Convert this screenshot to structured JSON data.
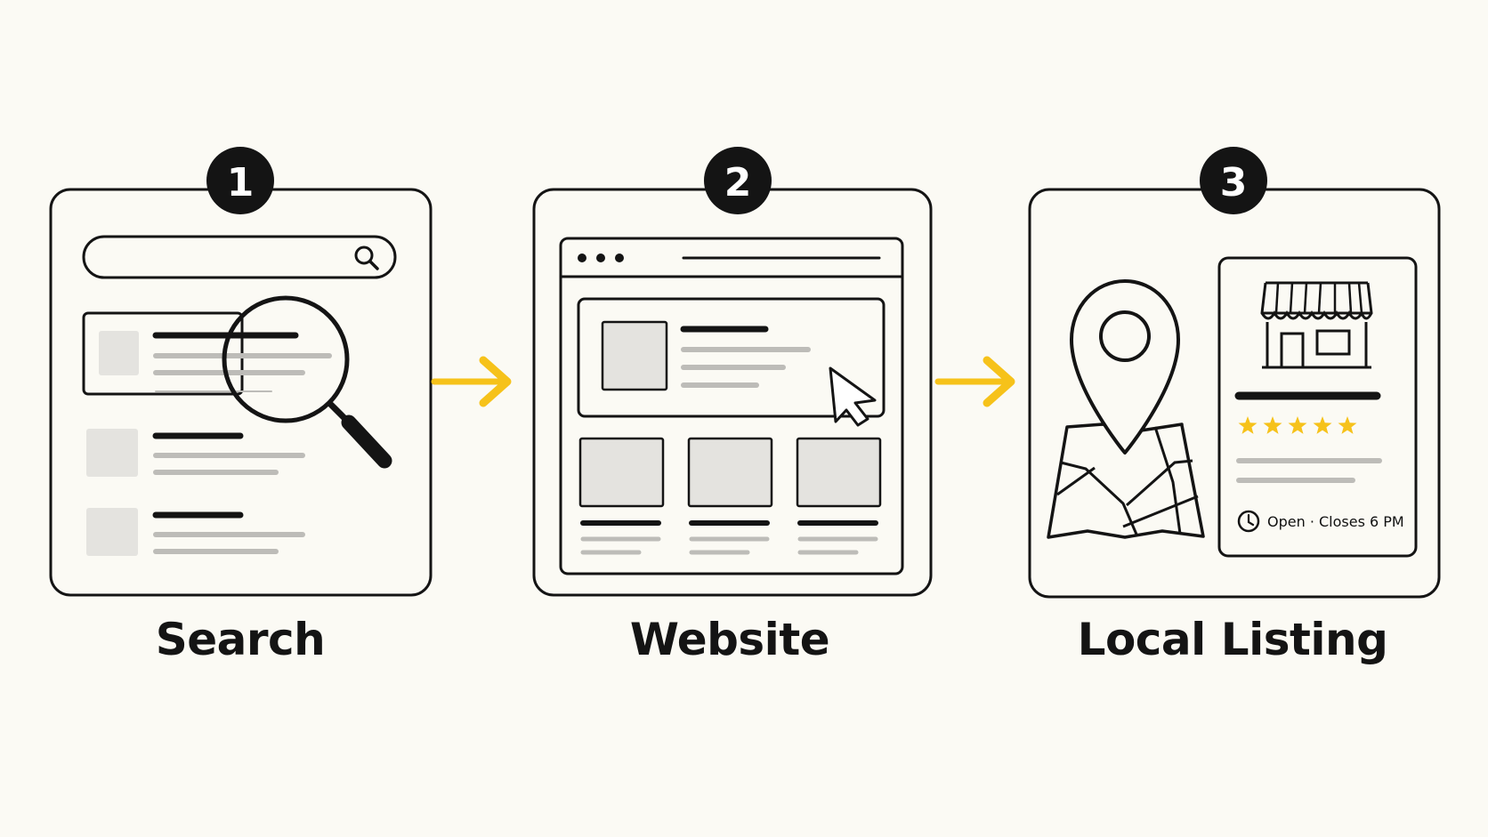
{
  "steps": [
    {
      "number": "1",
      "label": "Search"
    },
    {
      "number": "2",
      "label": "Website"
    },
    {
      "number": "3",
      "label": "Local Listing"
    }
  ],
  "listing": {
    "hours": "Open · Closes 6 PM",
    "rating": 5
  },
  "icons": [
    "search-icon",
    "magnifying-glass-icon",
    "browser-window-icon",
    "cursor-icon",
    "location-pin-icon",
    "map-icon",
    "storefront-icon",
    "star-icon",
    "clock-icon",
    "arrow-right-icon"
  ],
  "colors": {
    "background": "#fbfaf4",
    "outline": "#141414",
    "placeholder_gray": "#e4e3df",
    "text_line_gray": "#bdbcb8",
    "accent_yellow": "#f6c21a"
  }
}
